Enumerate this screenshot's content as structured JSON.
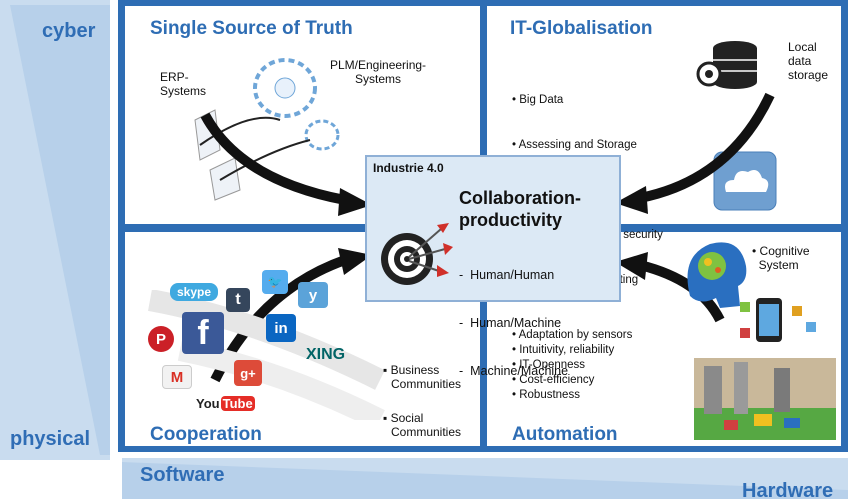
{
  "axis": {
    "top_label": "cyber",
    "bottom_label": "physical",
    "software_label": "Software",
    "hardware_label": "Hardware"
  },
  "panels": {
    "top_left": {
      "title": "Single Source of Truth",
      "erp_label": "ERP-\nSystems",
      "plm_label": "PLM/Engineering-\nSystems"
    },
    "top_right": {
      "title": "IT-Globalisation",
      "storage_label": "Local\ndata\nstorage",
      "bullets": [
        "• Big Data",
        "• Assessing and Storage",
        "  in the cloud",
        "• Data mining, safety, security",
        "• High Speed Computing"
      ]
    },
    "bottom_left": {
      "title": "Cooperation",
      "business_label": "Business\nCommunities",
      "social_label": "Social\nCommunities",
      "logos": {
        "skype": "skype",
        "tumblr": "t",
        "twitter": "🐦",
        "yammer": "y",
        "pinterest": "P",
        "facebook": "f",
        "linkedin": "in",
        "xing": "XING",
        "gmail": "M",
        "googleplus": "g+",
        "youtube_you": "You",
        "youtube_tube": "Tube"
      }
    },
    "bottom_right": {
      "title": "Automation",
      "cognitive_label": "• Cognitive\n  System",
      "bullets": [
        "• Adaptation by sensors",
        "• Intuitivity, reliability",
        "• IT-Openness",
        "• Cost-efficiency",
        "• Robustness"
      ]
    }
  },
  "center": {
    "title": "Industrie 4.0",
    "heading_line1": "Collaboration-",
    "heading_line2": "productivity",
    "items": [
      "-  Human/Human",
      "-  Human/Machine",
      "-  Machine/Machine"
    ]
  },
  "colors": {
    "frame_blue": "#2e6db4",
    "light_blue": "#c9dcef",
    "box_fill": "#dce9f5"
  }
}
